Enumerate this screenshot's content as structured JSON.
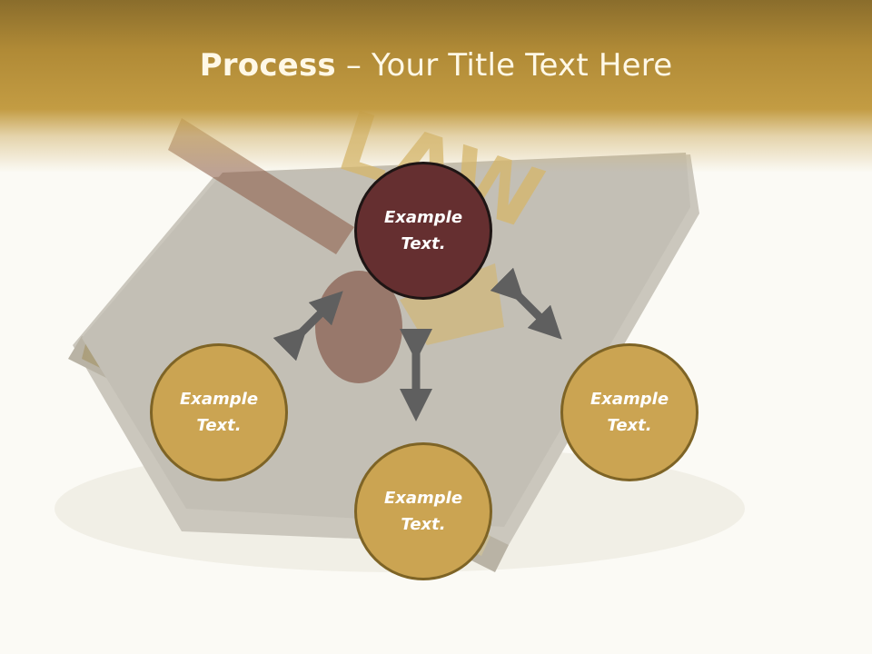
{
  "title": {
    "bold": "Process",
    "rest": " – Your Title Text Here"
  },
  "nodes": {
    "top": "Example\nText.",
    "left": "Example\nText.",
    "bottom": "Example\nText.",
    "right": "Example\nText."
  },
  "colors": {
    "header": "#c39c43",
    "node_gold": "#cba452",
    "node_gold_border": "#7e6426",
    "node_top": "#652f30",
    "arrow": "#5f5f5f"
  }
}
